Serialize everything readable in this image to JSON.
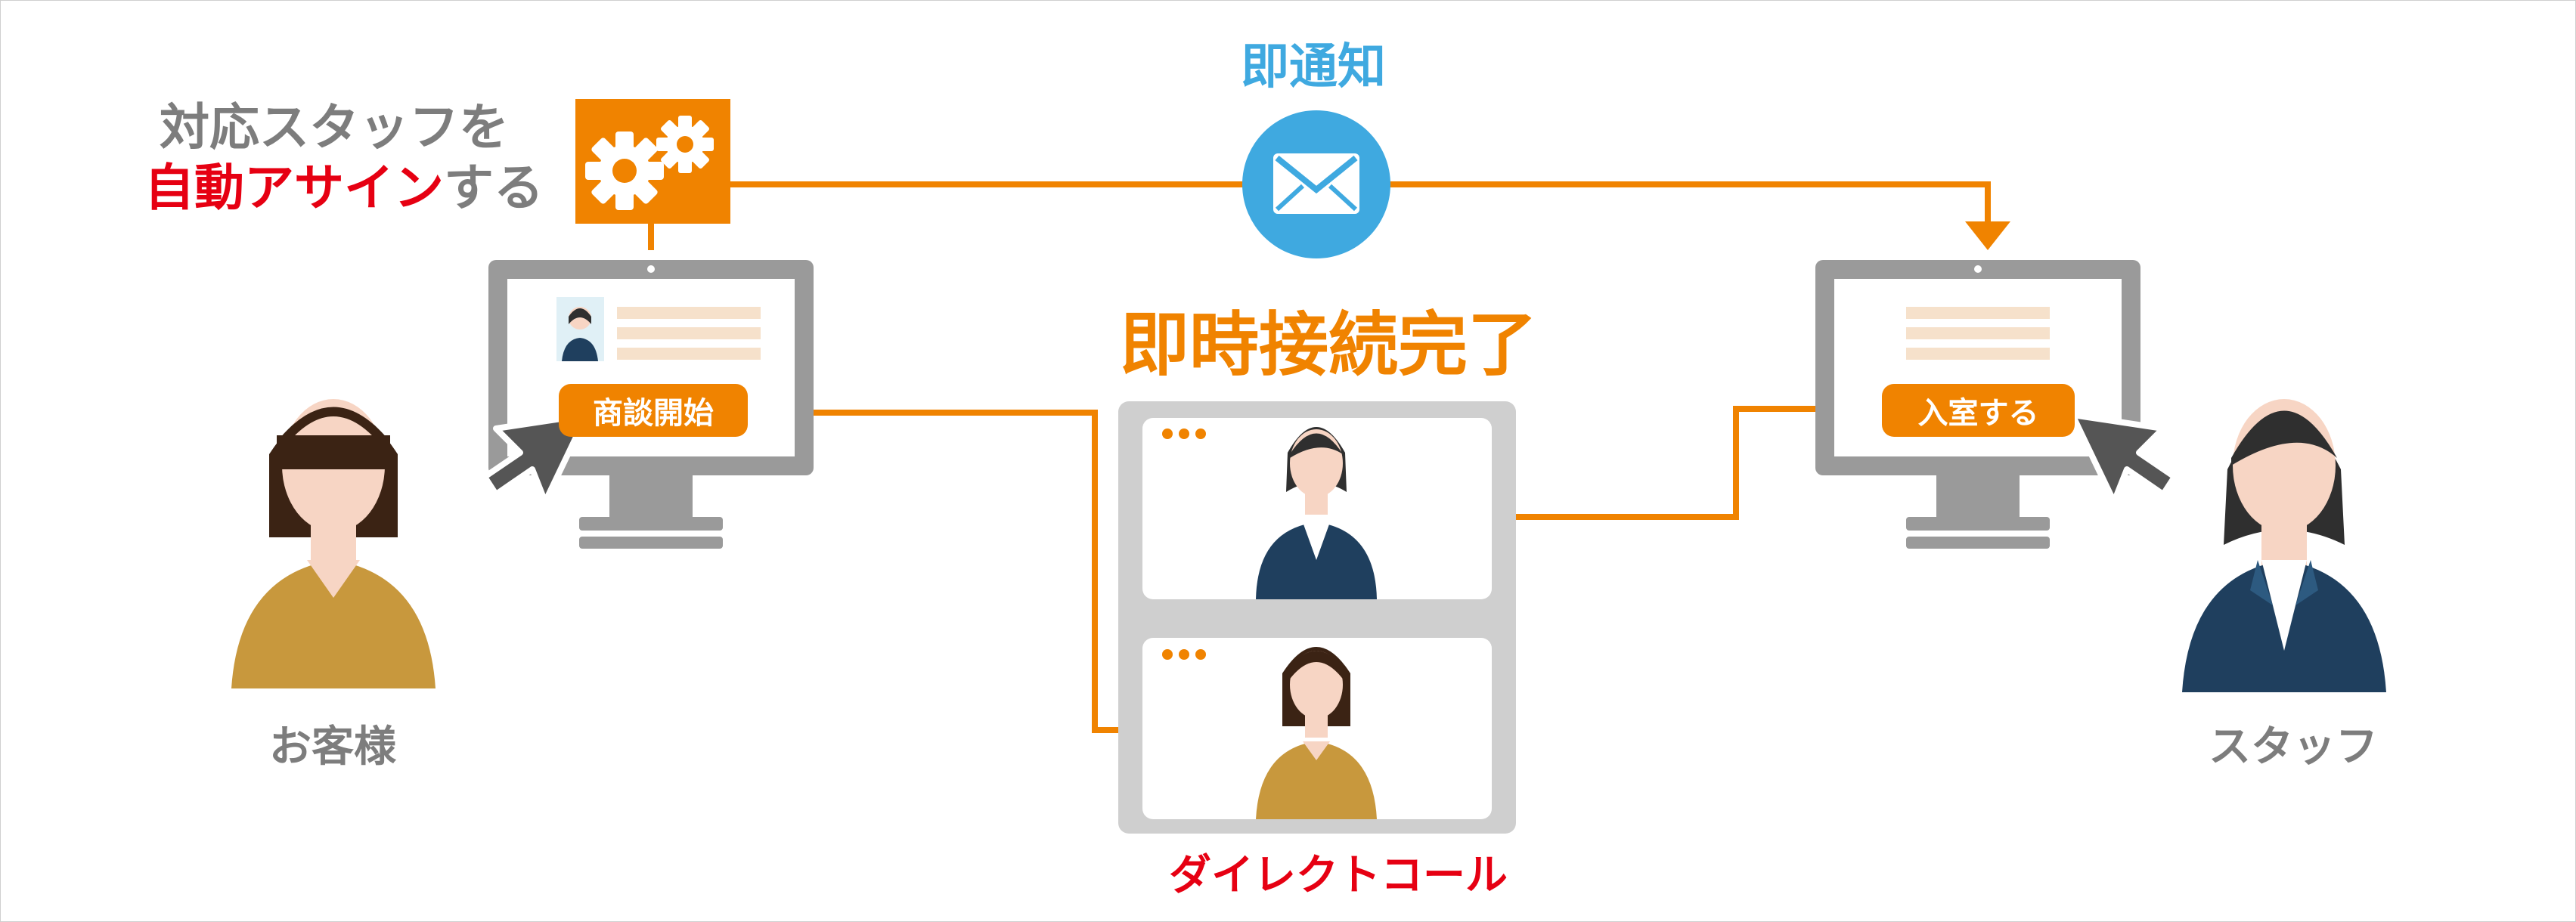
{
  "texts": {
    "assign_line1": "対応スタッフを",
    "assign_line2_highlight": "自動アサイン",
    "assign_line2_rest": "する",
    "notify": "即通知",
    "connected": "即時接続完了",
    "start_button": "商談開始",
    "enter_button": "入室する",
    "customer_label": "お客様",
    "staff_label": "スタッフ",
    "direct_call_label": "ダイレクトコール"
  },
  "icons": {
    "gears": "gear-icon",
    "mail": "envelope-icon",
    "cursor": "mouse-pointer-icon",
    "monitor": "monitor-icon",
    "person": "person-icon"
  },
  "colors": {
    "orange": "#f08300",
    "red": "#e60012",
    "blue": "#3fa9e0",
    "gray_text": "#7d7d7d",
    "monitor_gray": "#9a9a9a",
    "panel_gray": "#cfcfcf",
    "customer_shirt": "#c8983d",
    "staff_suit": "#1f3f5e"
  }
}
